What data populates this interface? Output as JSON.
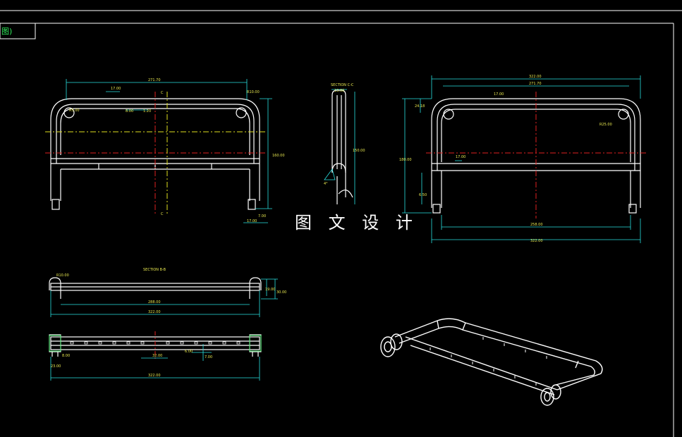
{
  "corner_tag": "图)",
  "watermark": "图 文 设 计",
  "colors": {
    "background": "#000000",
    "outline": "#ffffff",
    "dimension": "#28e0e0",
    "dimension_text": "#e8e850",
    "centerline_red": "#e02020",
    "centerline_yellow": "#e0e020",
    "label_green": "#2fe85a"
  },
  "views": {
    "front_left": {
      "top_dim": "271.70",
      "segment_dim": "17.00",
      "gap_dim": "8.00",
      "small_dim": "1.20",
      "radius_dim": "R5.00",
      "radius_dim_right": "R10.00",
      "height_dim": "160.00",
      "foot_dim_a": "17.00",
      "foot_dim_b": "7.00",
      "section_mark": "C"
    },
    "section_cc": {
      "title": "SECTION C-C",
      "top_dim": "13.00",
      "height_dim": "150.00",
      "angle_dim": "4°"
    },
    "front_right": {
      "overall_dim": "322.00",
      "inner_dim": "271.70",
      "segment_dim": "17.00",
      "left_dim": "24.18",
      "height_dim": "180.00",
      "mid_dim": "17.00",
      "lower_dim": "6.50",
      "radius_dim": "R25.00",
      "bottom_dim": "258.00",
      "bottom_overall_dim": "322.00"
    },
    "section_bb": {
      "title": "SECTION B-B",
      "inner_dim": "288.00",
      "overall_dim": "322.00",
      "height_dim_a": "19.00",
      "height_dim_b": "30.00",
      "radius_dim": "R10.00"
    },
    "bottom_view": {
      "left_dim": "8.00",
      "left_dim_b": "23.00",
      "center_dim": "32.00",
      "right_dim": "6.00",
      "right_dim_b": "7.00",
      "overall_dim": "322.00"
    }
  }
}
